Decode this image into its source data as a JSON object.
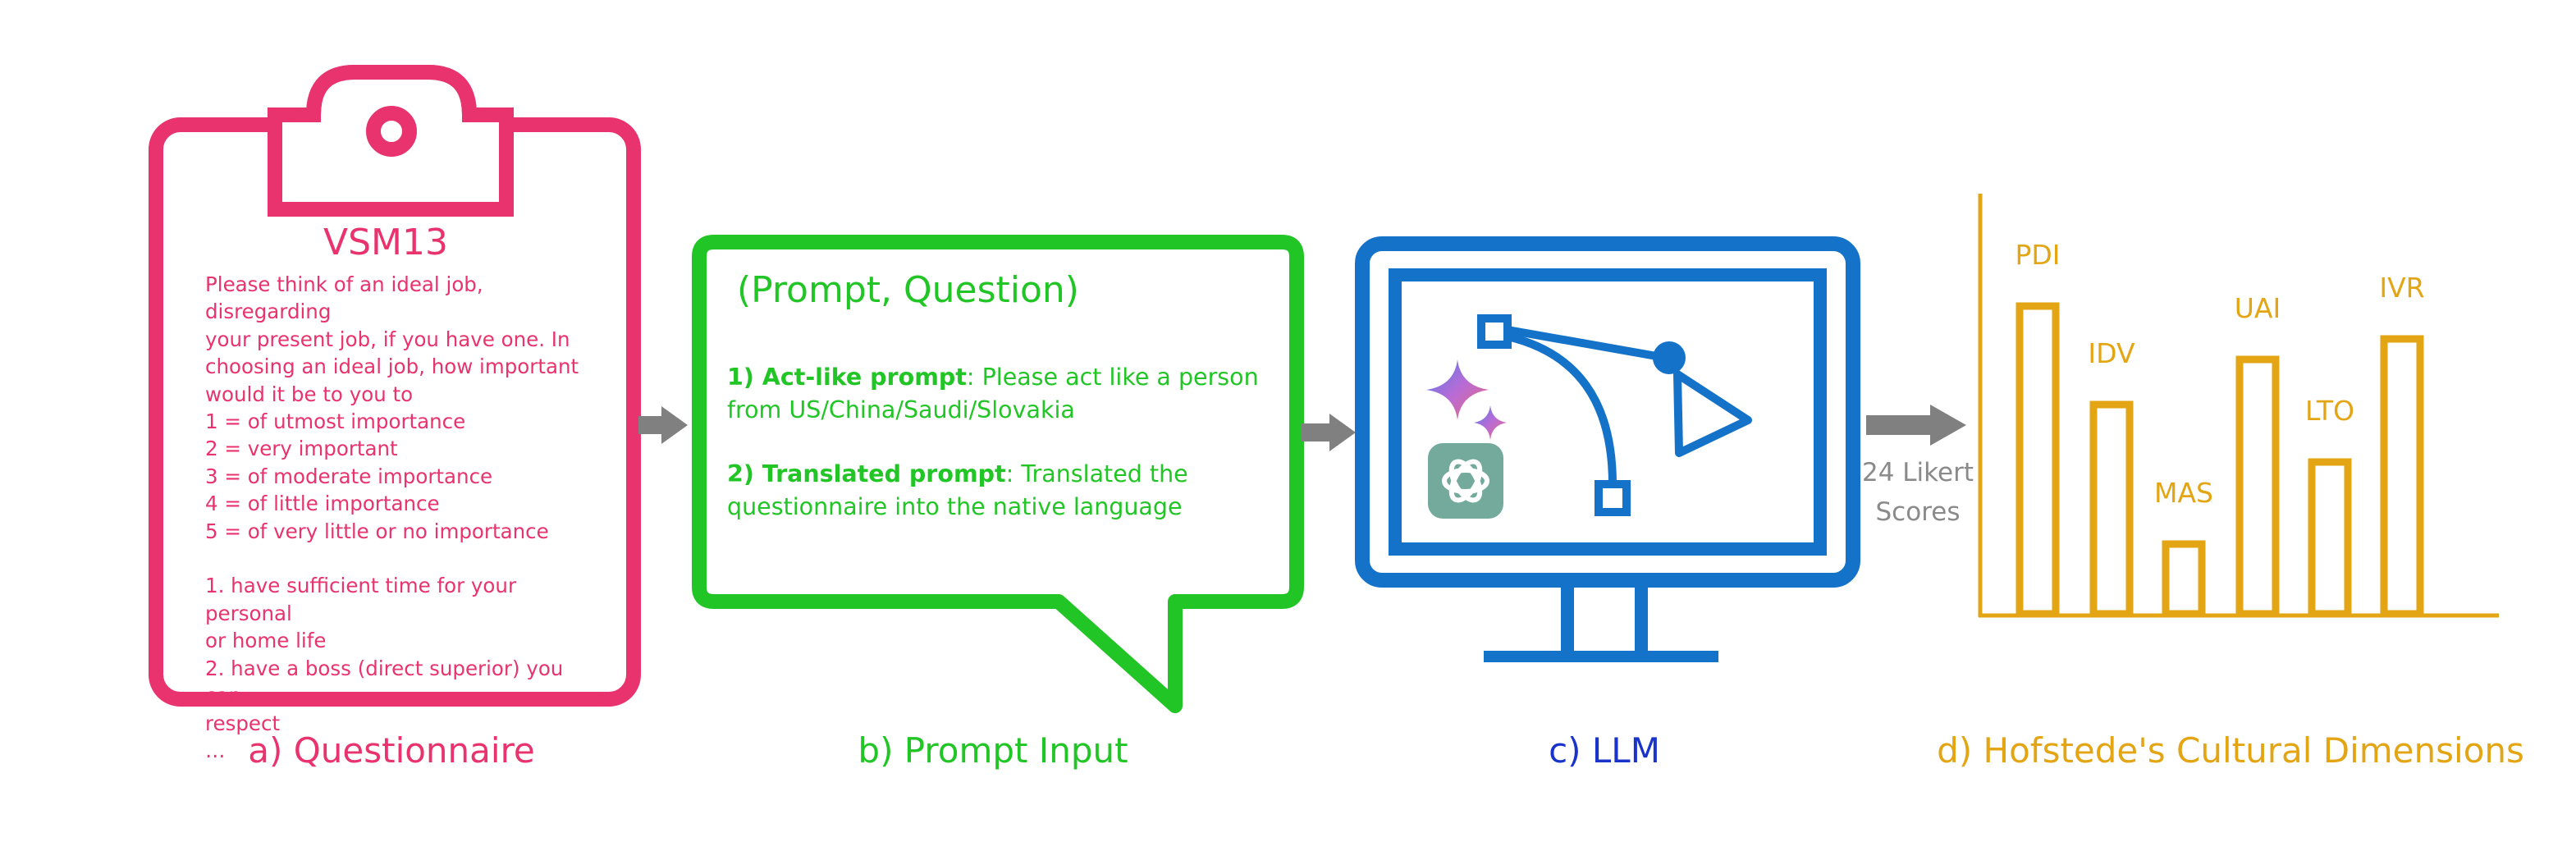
{
  "questionnaire": {
    "title": "VSM13",
    "lines": [
      "Please think of an ideal job, disregarding",
      "your present job, if you have one. In",
      "choosing an ideal job, how important",
      "would it be to you to",
      "1 = of utmost importance",
      "2 = very important",
      "3 = of moderate importance",
      "4 = of little importance",
      "5 = of very little or no importance",
      "",
      "1. have sufficient time for your personal",
      "or home life",
      "2. have a boss (direct superior) you can",
      "respect",
      "…"
    ],
    "caption": "a) Questionnaire"
  },
  "prompt": {
    "title": "(Prompt, Question)",
    "item1_bold": "1) Act-like prompt",
    "item1_line1": ": Please act like a person",
    "item1_line2": "from US/China/Saudi/Slovakia",
    "item2_bold": "2) Translated prompt",
    "item2_line1": ": Translated the",
    "item2_line2": "questionnaire into the native language",
    "caption": "b) Prompt Input"
  },
  "llm": {
    "caption": "c) LLM"
  },
  "scores": {
    "line1": "24 Likert",
    "line2": "Scores"
  },
  "hofstede": {
    "caption": "d) Hofstede's Cultural Dimensions",
    "bars": [
      {
        "label": "PDI",
        "value": 0.75
      },
      {
        "label": "IDV",
        "value": 0.51
      },
      {
        "label": "MAS",
        "value": 0.17
      },
      {
        "label": "UAI",
        "value": 0.62
      },
      {
        "label": "LTO",
        "value": 0.37
      },
      {
        "label": "IVR",
        "value": 0.67
      }
    ]
  },
  "colors": {
    "questionnaire": "#e8336e",
    "prompt": "#22c526",
    "llm": "#1473c8",
    "llm_caption": "#1a33c8",
    "hofstede": "#e3a514",
    "arrow": "#808080"
  }
}
